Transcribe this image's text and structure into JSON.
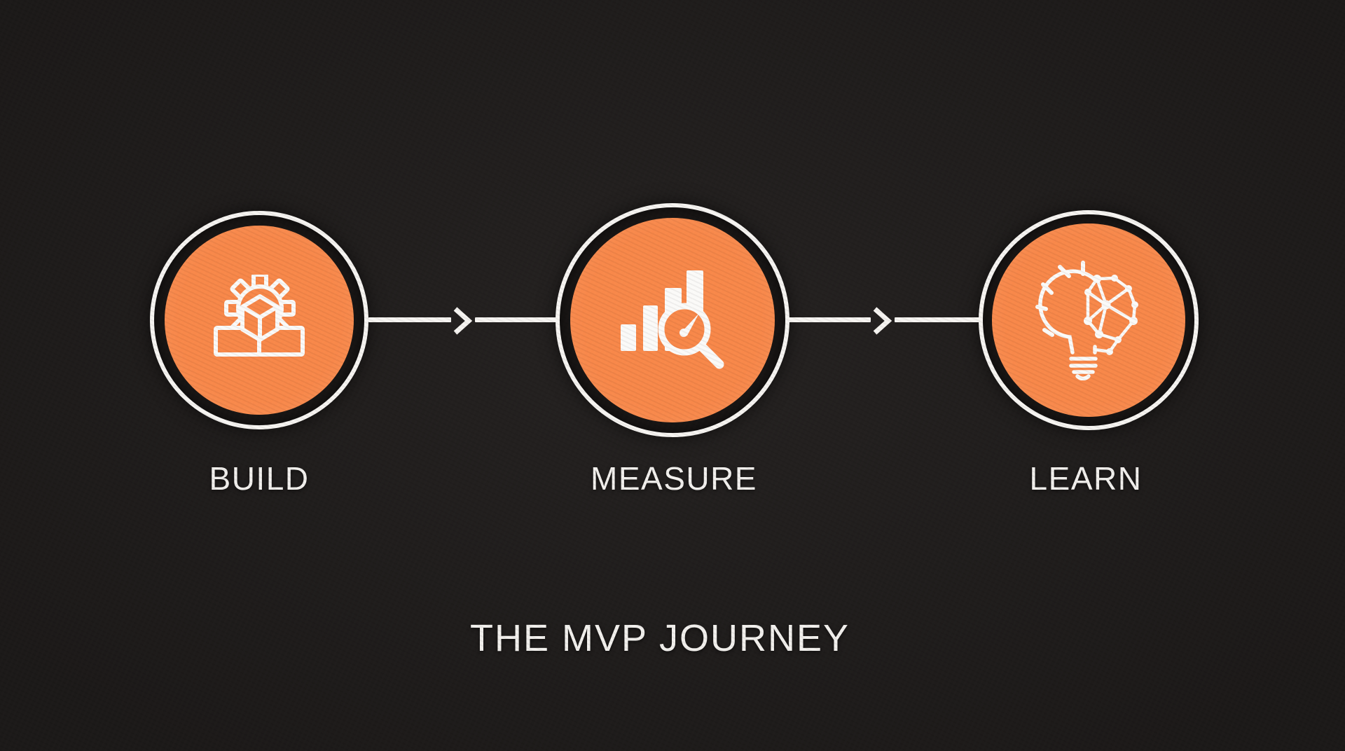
{
  "title": "THE MVP JOURNEY",
  "steps": [
    {
      "order": 1,
      "label": "BUILD",
      "icon": "gear-cube-bricks-icon"
    },
    {
      "order": 2,
      "label": "MEASURE",
      "icon": "bar-chart-magnifier-gauge-icon"
    },
    {
      "order": 3,
      "label": "LEARN",
      "icon": "lightbulb-neural-network-icon"
    }
  ],
  "connectors": [
    {
      "from_step": "BUILD",
      "to_step": "MEASURE",
      "direction": "right",
      "arrow_glyph": ">"
    },
    {
      "from_step": "MEASURE",
      "to_step": "LEARN",
      "direction": "right",
      "arrow_glyph": ">"
    }
  ],
  "colors": {
    "background": "#211e1d",
    "circle_fill_orange": "#f8884a",
    "ring_white": "#f6f4f1",
    "ring_gap_dark": "#191615",
    "text_white": "#f2f0ed"
  }
}
